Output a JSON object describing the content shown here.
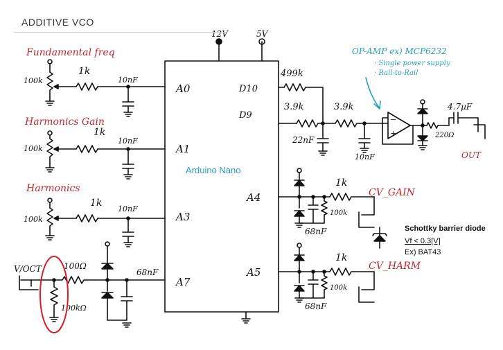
{
  "title": "ADDITIVE VCO",
  "chip_label": "Arduino Nano",
  "power": {
    "v12": "12V",
    "v5": "5V"
  },
  "pins": [
    "A0",
    "A1",
    "A3",
    "A7",
    "A4",
    "A5",
    "D10",
    "D9"
  ],
  "inputs": [
    {
      "label": "Fundamental freq",
      "pot": "100k",
      "res": "1k",
      "cap": "10nF",
      "pin": "A0"
    },
    {
      "label": "Harmonics Gain",
      "pot": "100k",
      "res": "1k",
      "cap": "10nF",
      "pin": "A1"
    },
    {
      "label": "Harmonics",
      "pot": "100k",
      "res": "1k",
      "cap": "10nF",
      "pin": "A3"
    }
  ],
  "voct": {
    "label": "V/OCT",
    "r_series": "100Ω",
    "r_shunt": "100kΩ",
    "cap": "68nF",
    "pin": "A7"
  },
  "output": {
    "r_d10": "499k",
    "r_d9": "3.9k",
    "r2": "3.9k",
    "c1": "22nF",
    "c2": "10nF",
    "c_out": "4.7μF",
    "r_out": "220Ω",
    "out_label": "OUT",
    "opamp_note": "OP-AMP ex) MCP6232",
    "note1": "· Single power supply",
    "note2": "· Rail-to-Rail"
  },
  "cv": [
    {
      "label": "CV_GAIN",
      "res": "1k",
      "rpd": "100k",
      "cap": "68nF",
      "pin": "A4"
    },
    {
      "label": "CV_HARM",
      "res": "1k",
      "rpd": "100k",
      "cap": "68nF",
      "pin": "A5"
    }
  ],
  "diode_note": {
    "title": "Schottky barrier diode",
    "vf": "Vf < 0.3[V]",
    "ex": "Ex) BAT43"
  },
  "colors": {
    "ink": "#111111",
    "red": "#c0282d",
    "cyan": "#2aa0b8"
  }
}
